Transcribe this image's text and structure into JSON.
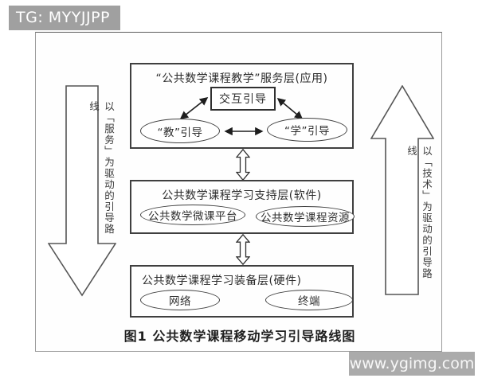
{
  "watermarks": {
    "tag": "TG: MYYJJPP",
    "site": "www.ygimg.com"
  },
  "colors": {
    "banner_bg": "#a0a0a0",
    "site_bar_bg": "#ababab",
    "box_border": "#3f3f3f",
    "frame_border": "#9a9a9a",
    "arrow_stroke": "#555555"
  },
  "diagram": {
    "caption": "图1  公共数学课程移动学习引导路线图",
    "left_arrow_label": "以「服务」为驱动的引导路线",
    "right_arrow_label": "以「技术」为驱动的引导路线",
    "layers": [
      {
        "title": "“公共数学课程教学”服务层(应用)",
        "nodes": {
          "interaction": "交互引导",
          "teach": "“教”引导",
          "learn": "“学”引导"
        }
      },
      {
        "title": "公共数学课程学习支持层(软件)",
        "nodes": {
          "platform": "公共数学微课平台",
          "resource": "公共数学课程资源"
        }
      },
      {
        "title": "公共数学课程学习装备层(硬件)",
        "nodes": {
          "network": "网络",
          "terminal": "终端"
        }
      }
    ]
  }
}
